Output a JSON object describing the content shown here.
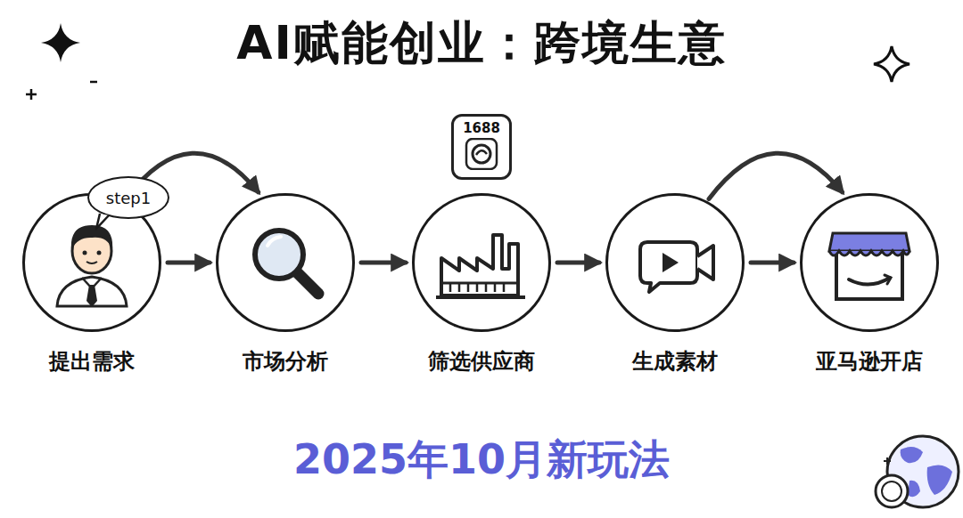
{
  "diagram": {
    "title": "AI赋能创业：跨境生意",
    "caption": "2025年10月新玩法",
    "nodes": [
      {
        "text": [
          "提出需求"
        ]
      },
      {
        "text": [
          "市场分析"
        ]
      },
      {
        "text": [
          "筛选供应商"
        ]
      },
      {
        "text": [
          "生成素材"
        ]
      },
      {
        "text": [
          "亚马逊开店"
        ]
      },
      {
        "text": [
          "step1"
        ]
      },
      {
        "text": [
          "1688"
        ]
      }
    ],
    "edges": [
      {
        "from": 0,
        "to": 1,
        "arrow": "to"
      },
      {
        "from": 1,
        "to": 2,
        "arrow": "to"
      },
      {
        "from": 2,
        "to": 3,
        "arrow": "to"
      },
      {
        "from": 3,
        "to": 4,
        "arrow": "to"
      },
      {
        "from": 0,
        "to": 1,
        "arrow": "to"
      },
      {
        "from": 3,
        "to": 4,
        "arrow": "to"
      }
    ]
  }
}
